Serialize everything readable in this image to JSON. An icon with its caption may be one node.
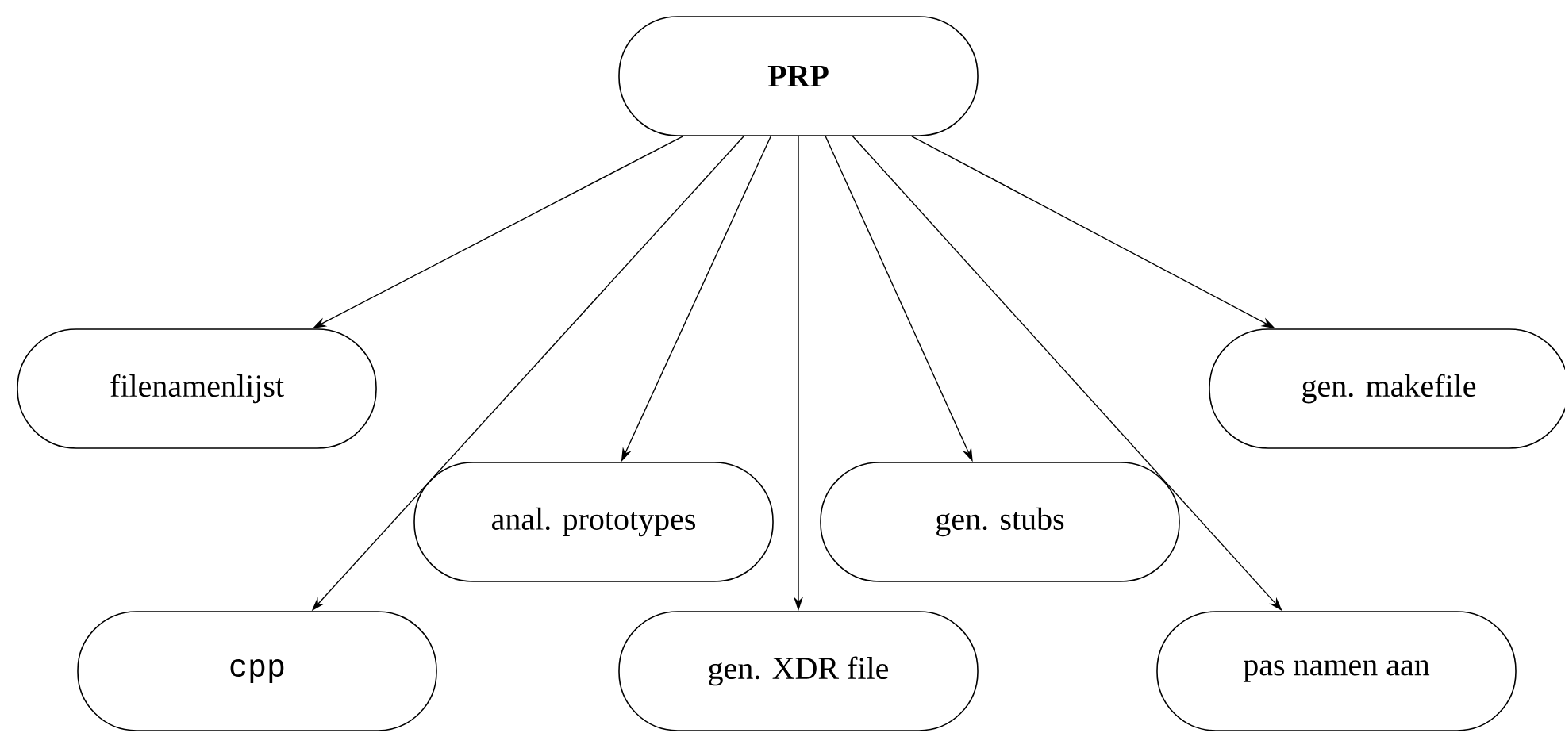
{
  "diagram": {
    "nodes": [
      {
        "text": [
          "PRP"
        ]
      },
      {
        "text": [
          "filenamenlijst"
        ]
      },
      {
        "text": [
          "gen. makefile"
        ]
      },
      {
        "text": [
          "anal. prototypes"
        ]
      },
      {
        "text": [
          "gen. stubs"
        ]
      },
      {
        "text": [
          "cpp"
        ]
      },
      {
        "text": [
          "gen. XDR file"
        ]
      },
      {
        "text": [
          "pas namen aan"
        ]
      }
    ],
    "edges": [
      {
        "from": 0,
        "to": 1,
        "arrow": "to"
      },
      {
        "from": 0,
        "to": 5,
        "arrow": "to"
      },
      {
        "from": 0,
        "to": 3,
        "arrow": "to"
      },
      {
        "from": 0,
        "to": 6,
        "arrow": "to"
      },
      {
        "from": 0,
        "to": 4,
        "arrow": "to"
      },
      {
        "from": 0,
        "to": 7,
        "arrow": "to"
      },
      {
        "from": 0,
        "to": 2,
        "arrow": "to"
      }
    ]
  }
}
